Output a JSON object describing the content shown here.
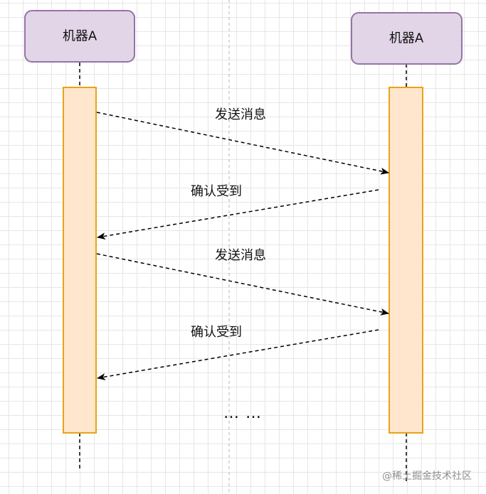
{
  "actors": [
    {
      "label": "机器A"
    },
    {
      "label": "机器A"
    }
  ],
  "messages": [
    {
      "label": "发送消息",
      "direction": "right"
    },
    {
      "label": "确认受到",
      "direction": "left"
    },
    {
      "label": "发送消息",
      "direction": "right"
    },
    {
      "label": "确认受到",
      "direction": "left"
    }
  ],
  "continuation": "… …",
  "watermark": "@稀土掘金技术社区",
  "colors": {
    "actor_fill": "#e1d5e7",
    "actor_stroke": "#9673a6",
    "activation_fill": "#ffe6cc",
    "activation_stroke": "#e8a317",
    "line": "#000000",
    "center_divider": "#b3b3b3"
  }
}
